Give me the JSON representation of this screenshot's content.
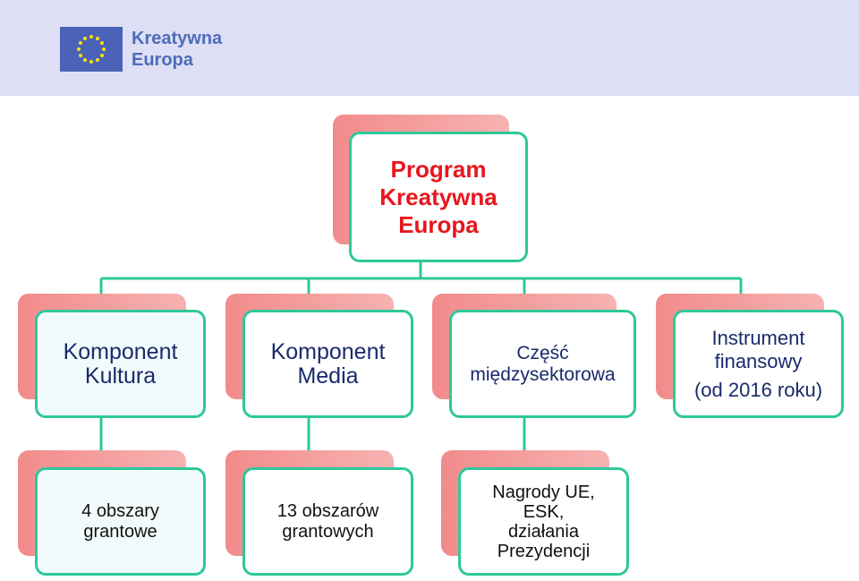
{
  "header": {
    "logo_line1": "Kreatywna",
    "logo_line2": "Europa"
  },
  "root": {
    "line1": "Program",
    "line2": "Kreatywna",
    "line3": "Europa"
  },
  "level1": [
    {
      "line1": "Komponent",
      "line2": "Kultura"
    },
    {
      "line1": "Komponent",
      "line2": "Media"
    },
    {
      "line1": "Część",
      "line2": "międzysektorowa"
    },
    {
      "line1": "Instrument",
      "line2": "finansowy",
      "line3": "(od 2016 roku)"
    }
  ],
  "level2": [
    {
      "line1": "4 obszary",
      "line2": "grantowe"
    },
    {
      "line1": "13 obszarów",
      "line2": "grantowych"
    },
    {
      "line1": "Nagrody UE,",
      "line2": "ESK,",
      "line3": "działania",
      "line4": "Prezydencji"
    }
  ],
  "colors": {
    "header_bg": "#dedef4",
    "border": "#2ec89a",
    "shadow": "#f28b8b",
    "root_text": "#e8161d",
    "text": "#1a2a6c"
  }
}
